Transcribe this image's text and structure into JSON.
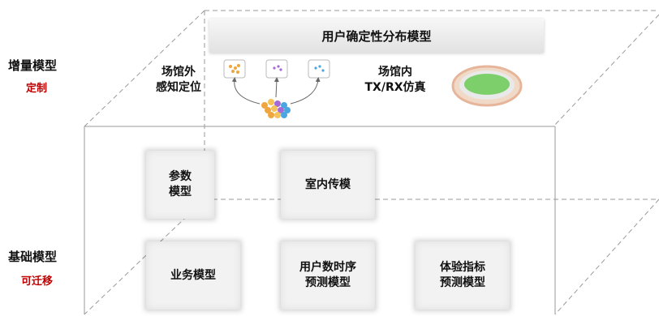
{
  "left_labels": {
    "incremental_title": "增量模型",
    "incremental_sub": "定制",
    "base_title": "基础模型",
    "base_sub": "可迁移"
  },
  "top_layer": {
    "banner": "用户确定性分布模型",
    "outdoor_label": "场馆外\n感知定位",
    "indoor_label": "场馆内\nTX/RX仿真"
  },
  "base_layer": {
    "param_model": "参数\n模型",
    "indoor_prop": "室内传模",
    "service_model": "业务模型",
    "user_timeseries": "用户数时序\n预测模型",
    "experience_kpi": "体验指标\n预测模型"
  },
  "colors": {
    "accent_red": "#c00000",
    "stadium_field": "#7ccf6a",
    "stadium_ring": "#e6b59a"
  }
}
